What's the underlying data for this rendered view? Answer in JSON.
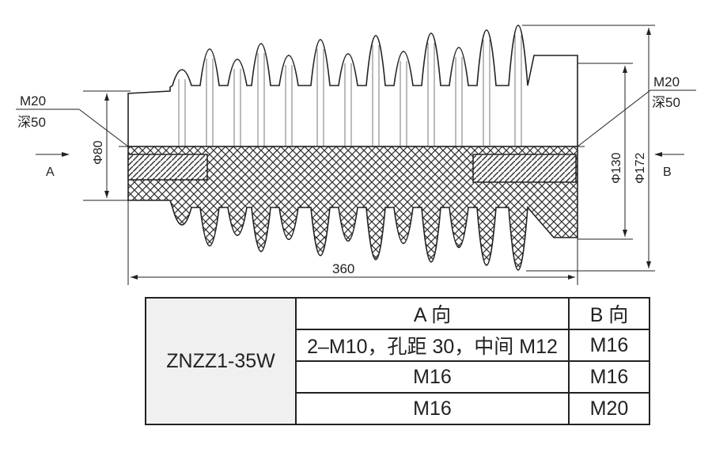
{
  "drawing": {
    "left_callout": {
      "thread": "M20",
      "depth": "深50"
    },
    "right_callout": {
      "thread": "M20",
      "depth": "深50"
    },
    "view_a_label": "A",
    "view_b_label": "B",
    "dim_phi80": "Φ80",
    "dim_phi130": "Φ130",
    "dim_phi172": "Φ172",
    "dim_length": "360"
  },
  "table": {
    "model": "ZNZZ1-35W",
    "header_a": "A 向",
    "header_b": "B 向",
    "rows": [
      {
        "a": "2–M10，孔距 30，中间 M12",
        "b": "M16"
      },
      {
        "a": "M16",
        "b": "M16"
      },
      {
        "a": "M16",
        "b": "M20"
      }
    ]
  }
}
